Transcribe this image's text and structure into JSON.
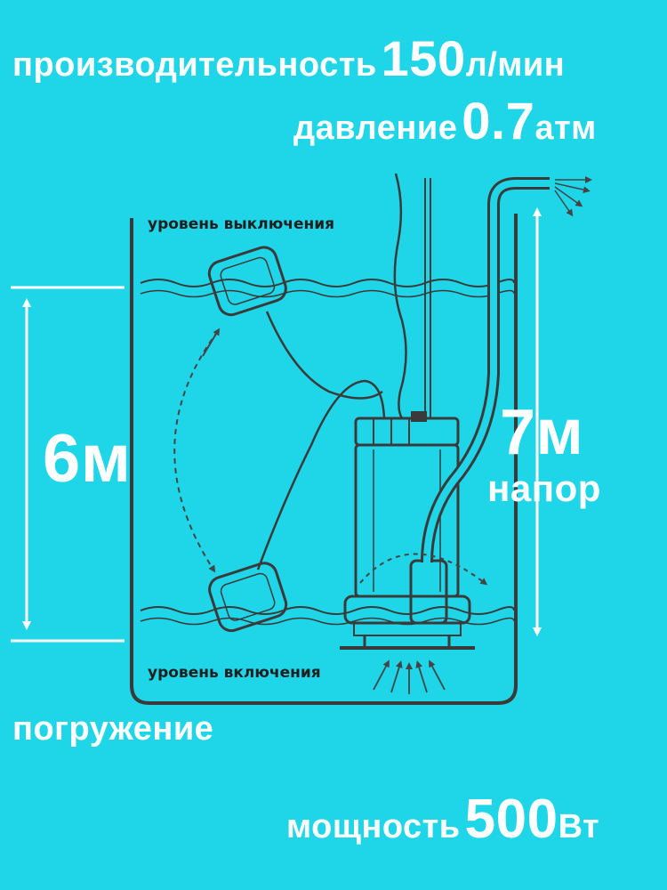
{
  "specs": {
    "productivity": {
      "label": "производительность",
      "value": "150",
      "unit": "л/мин"
    },
    "pressure": {
      "label": "давление",
      "value": "0.7",
      "unit": "атм"
    },
    "power": {
      "label": "мощность",
      "value": "500",
      "unit": "Вт"
    }
  },
  "diagram": {
    "level_off_label": "уровень выключения",
    "level_on_label": "уровень включения",
    "immersion_depth": "6м",
    "immersion_label": "погружение",
    "head_value": "7м",
    "head_label": "напор"
  },
  "colors": {
    "background": "#1fd6e8",
    "text_white": "#ffffff",
    "line_dark": "#3a3a3a"
  }
}
